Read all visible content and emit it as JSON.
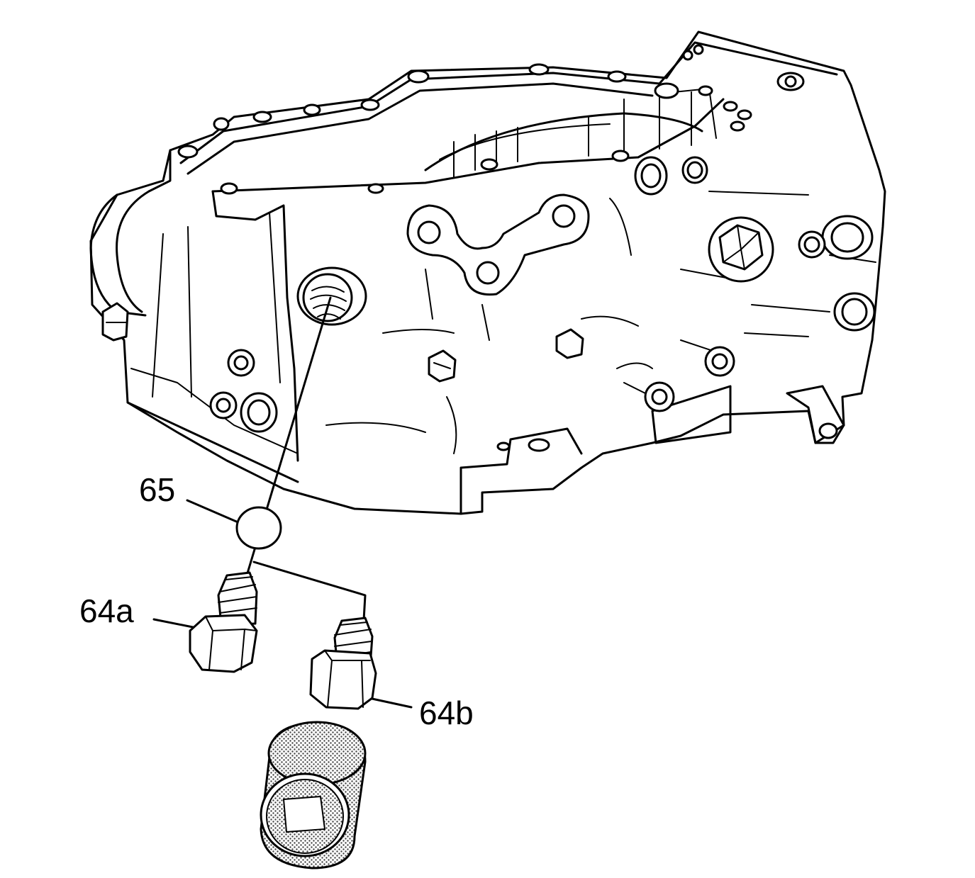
{
  "callouts": {
    "c65": "65",
    "c64a": "64a",
    "c64b": "64b"
  }
}
